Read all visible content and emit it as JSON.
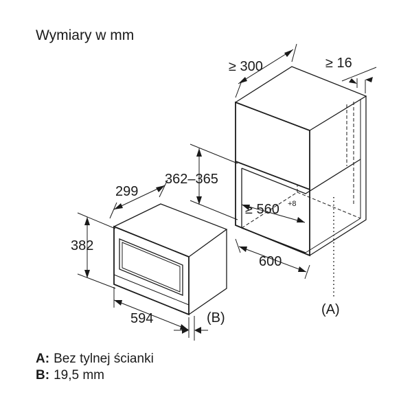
{
  "title": "Wymiary w mm",
  "dimensions": {
    "cabinet_depth": "≥ 300",
    "rear_gap": "≥ 16",
    "niche_height": "362–365",
    "niche_width": "≥ 560",
    "niche_width_tolerance": "+8",
    "cabinet_width": "600",
    "appliance_depth": "299",
    "appliance_height": "382",
    "appliance_width": "594"
  },
  "markers": {
    "A": "(A)",
    "B": "(B)"
  },
  "legend": [
    {
      "key": "A:",
      "text": "Bez tylnej ścianki"
    },
    {
      "key": "B:",
      "text": "19,5 mm"
    }
  ]
}
